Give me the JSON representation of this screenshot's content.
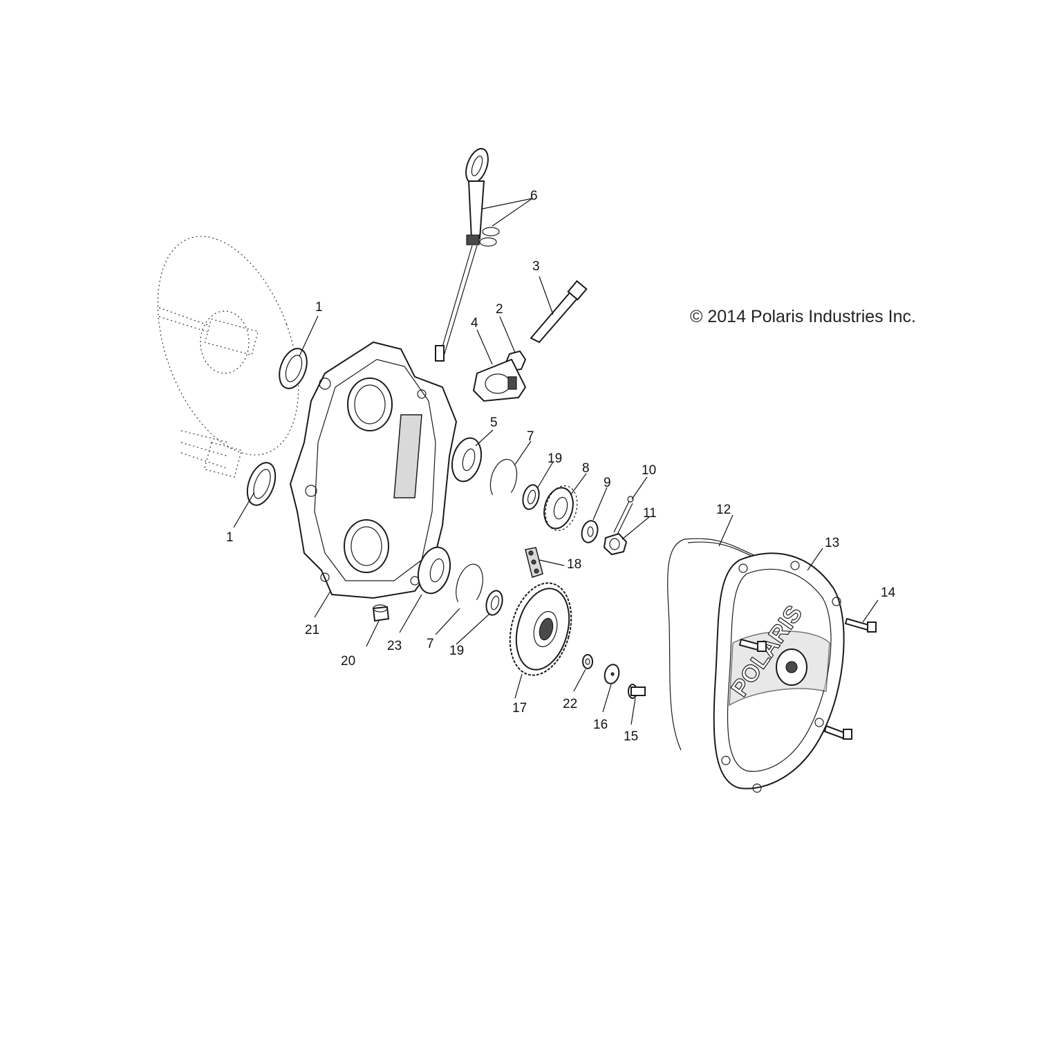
{
  "copyright": "© 2014 Polaris Industries Inc.",
  "cover_logo": "POLARIS",
  "callouts": [
    {
      "id": "c1a",
      "label": "1"
    },
    {
      "id": "c1b",
      "label": "1"
    },
    {
      "id": "c2",
      "label": "2"
    },
    {
      "id": "c3",
      "label": "3"
    },
    {
      "id": "c4",
      "label": "4"
    },
    {
      "id": "c5",
      "label": "5"
    },
    {
      "id": "c6",
      "label": "6"
    },
    {
      "id": "c7a",
      "label": "7"
    },
    {
      "id": "c7b",
      "label": "7"
    },
    {
      "id": "c8",
      "label": "8"
    },
    {
      "id": "c9",
      "label": "9"
    },
    {
      "id": "c10",
      "label": "10"
    },
    {
      "id": "c11",
      "label": "11"
    },
    {
      "id": "c12",
      "label": "12"
    },
    {
      "id": "c13",
      "label": "13"
    },
    {
      "id": "c14",
      "label": "14"
    },
    {
      "id": "c15",
      "label": "15"
    },
    {
      "id": "c16",
      "label": "16"
    },
    {
      "id": "c17",
      "label": "17"
    },
    {
      "id": "c18",
      "label": "18"
    },
    {
      "id": "c19a",
      "label": "19"
    },
    {
      "id": "c19b",
      "label": "19"
    },
    {
      "id": "c20",
      "label": "20"
    },
    {
      "id": "c21",
      "label": "21"
    },
    {
      "id": "c22",
      "label": "22"
    },
    {
      "id": "c23",
      "label": "23"
    }
  ]
}
